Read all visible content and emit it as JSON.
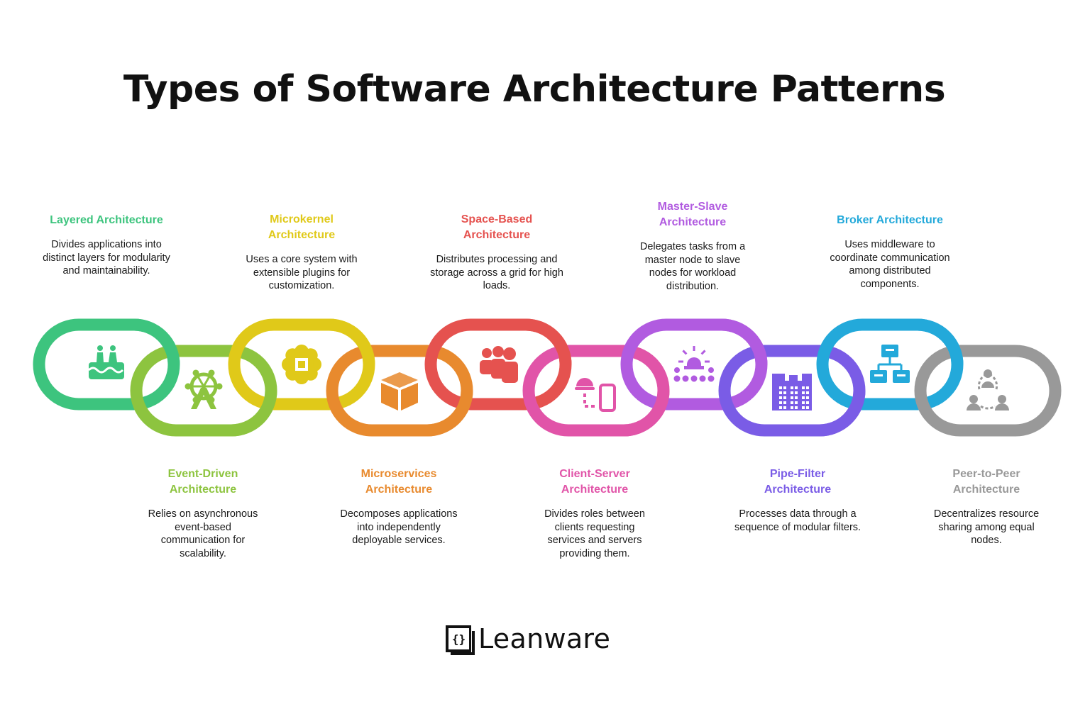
{
  "title": "Types of Software Architecture Patterns",
  "patterns": [
    {
      "name": "Layered Architecture",
      "desc": "Divides applications into distinct layers for modularity and maintainability.",
      "color": "#3dc47e",
      "icon": "wedding-cake-icon"
    },
    {
      "name": "Event-Driven Architecture",
      "desc": "Relies on asynchronous event-based communication for scalability.",
      "color": "#8dc43f",
      "icon": "ferris-wheel-icon"
    },
    {
      "name": "Microkernel Architecture",
      "desc": "Uses a core system with extensible plugins for customization.",
      "color": "#e0c919",
      "icon": "chip-flower-icon"
    },
    {
      "name": "Microservices Architecture",
      "desc": "Decomposes applications into independently deployable services.",
      "color": "#e88a2e",
      "icon": "cube-icon"
    },
    {
      "name": "Space-Based Architecture",
      "desc": "Distributes processing and storage across a grid for high loads.",
      "color": "#e5524f",
      "icon": "people-group-icon"
    },
    {
      "name": "Client-Server Architecture",
      "desc": "Divides roles between clients requesting services and servers providing them.",
      "color": "#e154a8",
      "icon": "server-client-icon"
    },
    {
      "name": "Master-Slave Architecture",
      "desc": "Delegates tasks from a master node to slave nodes for workload distribution.",
      "color": "#b15be0",
      "icon": "master-nodes-icon"
    },
    {
      "name": "Pipe-Filter Architecture",
      "desc": "Processes data through a sequence of modular filters.",
      "color": "#7a5ce6",
      "icon": "filter-pipes-icon"
    },
    {
      "name": "Broker Architecture",
      "desc": "Uses middleware to coordinate communication among distributed components.",
      "color": "#23a9da",
      "icon": "hierarchy-icon"
    },
    {
      "name": "Peer-to-Peer Architecture",
      "desc": "Decentralizes resource sharing among equal nodes.",
      "color": "#999999",
      "icon": "peer-network-icon"
    }
  ],
  "logo": {
    "mark": "{}",
    "text": "Leanware"
  }
}
